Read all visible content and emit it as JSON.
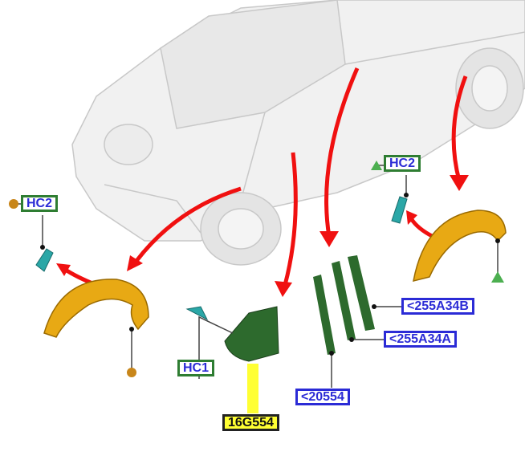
{
  "labels": {
    "hc2_left": "HC2",
    "hc2_right": "HC2",
    "hc1": "HC1",
    "part_16g554": "16G554",
    "part_255a34b": "<255A34B",
    "part_255a34a": "<255A34A",
    "part_20554": "<20554"
  },
  "colors": {
    "arrow": "#f01010",
    "wheel_arch": "#e8a914",
    "trim": "#2d6a2d",
    "clip": "#2aa7a7",
    "label_text": "#2b2bd6"
  }
}
